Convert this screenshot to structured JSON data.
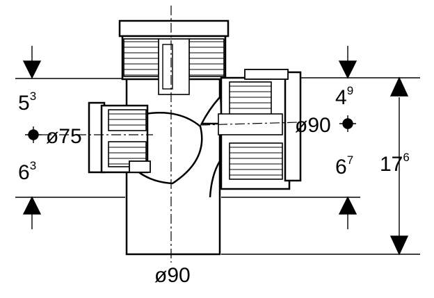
{
  "diagram": {
    "labels": {
      "left_top_dim": {
        "base": "5",
        "sup": "3"
      },
      "left_bottom_dim": {
        "base": "6",
        "sup": "3"
      },
      "right_top_dim": {
        "base": "4",
        "sup": "9"
      },
      "right_bottom_dim": {
        "base": "6",
        "sup": "7"
      },
      "total_dim": {
        "base": "17",
        "sup": "6"
      },
      "left_branch_diameter": "ø75",
      "right_branch_diameter": "ø90",
      "main_pipe_diameter": "ø90"
    }
  }
}
